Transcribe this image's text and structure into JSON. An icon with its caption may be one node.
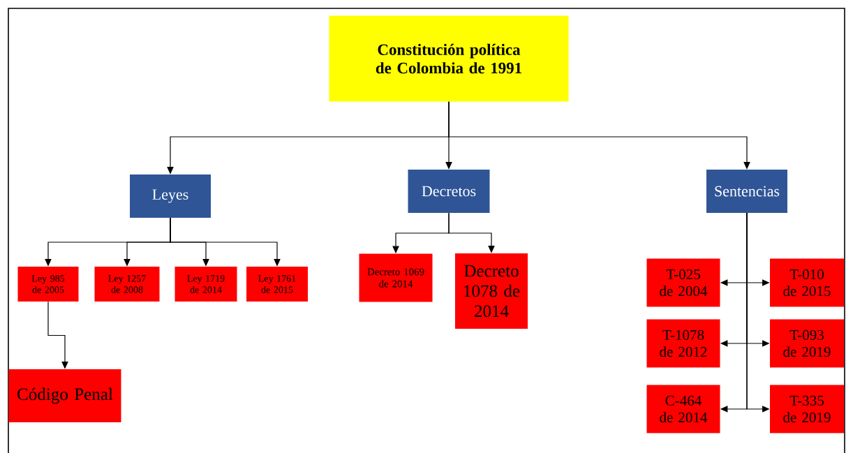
{
  "diagram": {
    "nodes": [
      {
        "text": [
          "Constitución política de Colombia de 1991"
        ]
      },
      {
        "text": [
          "Leyes"
        ]
      },
      {
        "text": [
          "Decretos"
        ]
      },
      {
        "text": [
          "Sentencias"
        ]
      },
      {
        "text": [
          "Ley 985 de 2005"
        ]
      },
      {
        "text": [
          "Ley 1257 de 2008"
        ]
      },
      {
        "text": [
          "Ley 1719 de 2014"
        ]
      },
      {
        "text": [
          "Ley 1761 de 2015"
        ]
      },
      {
        "text": [
          "Código Penal"
        ]
      },
      {
        "text": [
          "Decreto 1069 de 2014"
        ]
      },
      {
        "text": [
          "Decreto 1078 de 2014"
        ]
      },
      {
        "text": [
          "T-025 de 2004"
        ]
      },
      {
        "text": [
          "T-010 de 2015"
        ]
      },
      {
        "text": [
          "T-1078 de 2012"
        ]
      },
      {
        "text": [
          "T-093 de 2019"
        ]
      },
      {
        "text": [
          "C-464 de 2014"
        ]
      },
      {
        "text": [
          "T-335 de 2019"
        ]
      }
    ],
    "edges": [
      {
        "from": 0,
        "to": 1,
        "arrow": "to"
      },
      {
        "from": 0,
        "to": 2,
        "arrow": "to"
      },
      {
        "from": 0,
        "to": 3,
        "arrow": "to"
      },
      {
        "from": 1,
        "to": 4,
        "arrow": "to"
      },
      {
        "from": 1,
        "to": 5,
        "arrow": "to"
      },
      {
        "from": 1,
        "to": 6,
        "arrow": "to"
      },
      {
        "from": 1,
        "to": 7,
        "arrow": "to"
      },
      {
        "from": 4,
        "to": 8,
        "arrow": "to"
      },
      {
        "from": 2,
        "to": 9,
        "arrow": "to"
      },
      {
        "from": 2,
        "to": 10,
        "arrow": "to"
      },
      {
        "from": 3,
        "to": 11,
        "arrow": "to"
      },
      {
        "from": 3,
        "to": 12,
        "arrow": "to"
      },
      {
        "from": 3,
        "to": 13,
        "arrow": "to"
      },
      {
        "from": 3,
        "to": 14,
        "arrow": "to"
      },
      {
        "from": 3,
        "to": 15,
        "arrow": "to"
      },
      {
        "from": 3,
        "to": 16,
        "arrow": "to"
      }
    ]
  }
}
